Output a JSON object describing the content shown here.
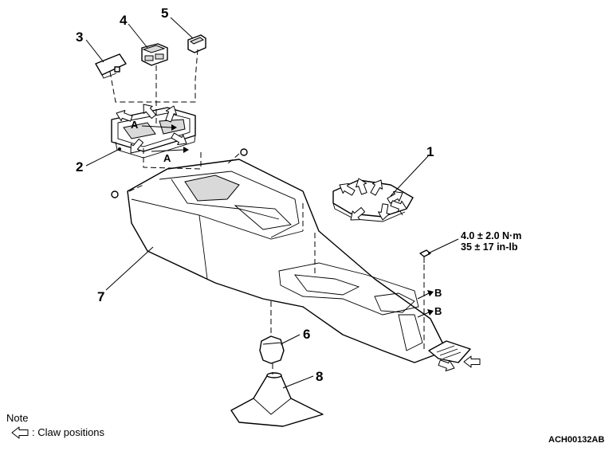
{
  "callouts": {
    "c1": "1",
    "c2": "2",
    "c3": "3",
    "c4": "4",
    "c5": "5",
    "c6": "6",
    "c7": "7",
    "c8": "8"
  },
  "refs": {
    "a_upper": "A",
    "a_lower": "A",
    "b_upper": "B",
    "b_lower": "B"
  },
  "torque": {
    "nm": "4.0 ± 2.0 N·m",
    "inlb": "35 ± 17 in-lb"
  },
  "note": {
    "title": "Note",
    "legend": ": Claw positions"
  },
  "code": "ACH00132AB"
}
